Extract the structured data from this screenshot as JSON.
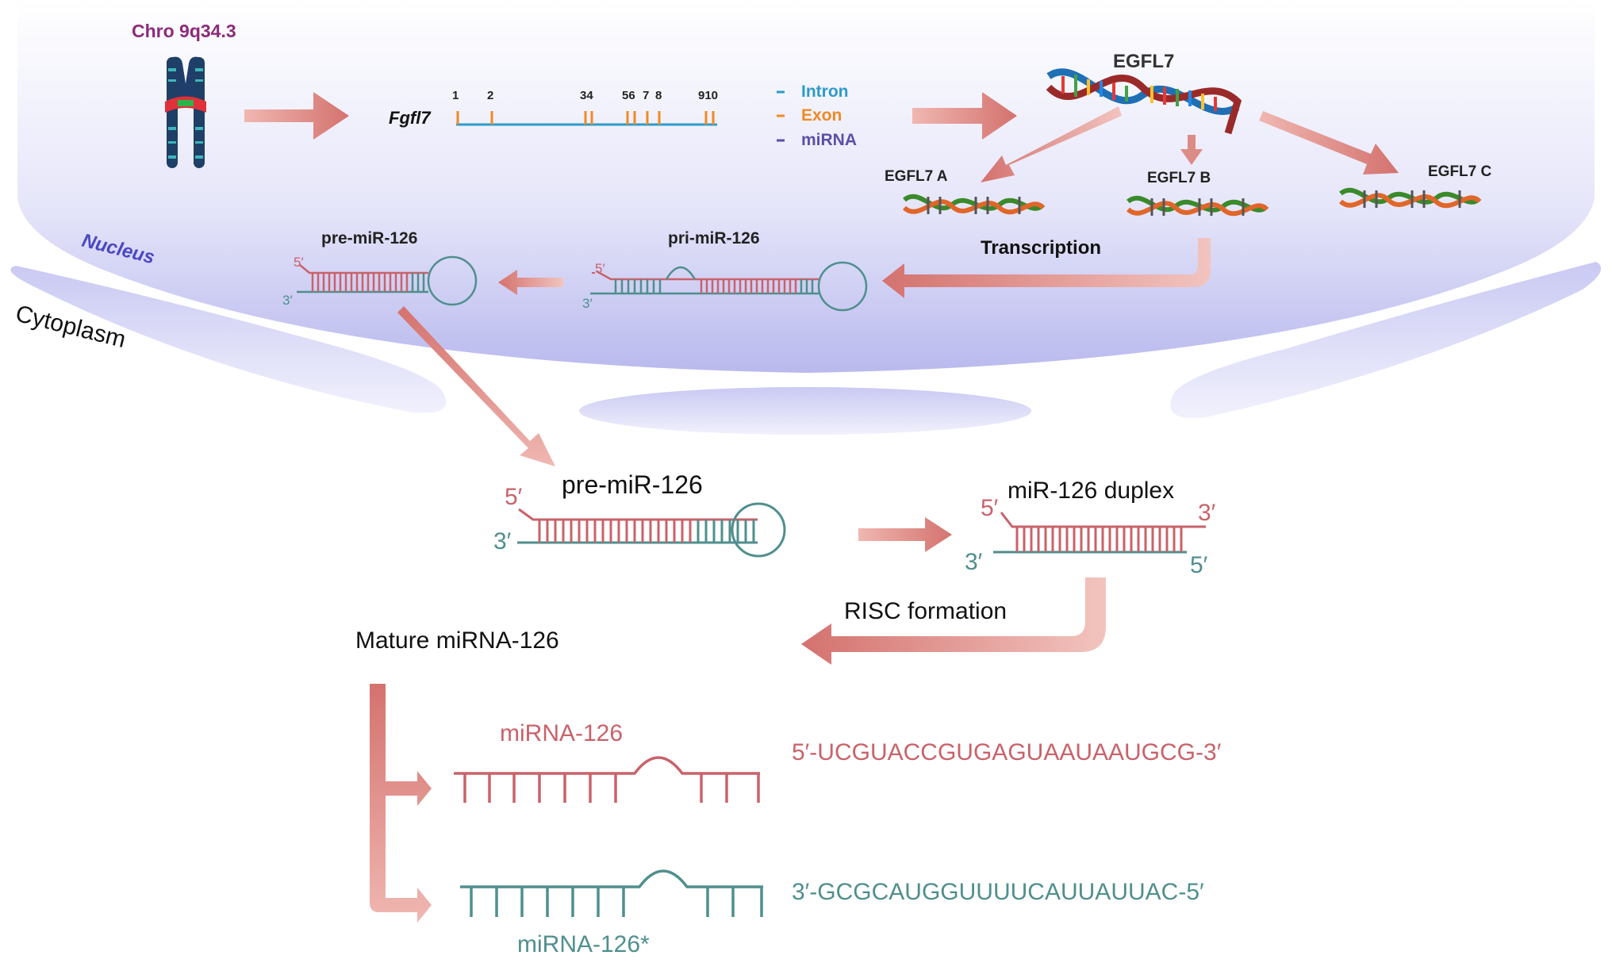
{
  "colors": {
    "red": "#c9626a",
    "teal": "#4f8f8d",
    "magenta": "#8e2a7c",
    "nucleus_label": "#4b47c4",
    "intron": "#2d9bc8",
    "exon": "#f08a24",
    "mirna": "#5b4fa8",
    "arrow": "#d9837e"
  },
  "chromosome": {
    "label": "Chro 9q34.3"
  },
  "gene": {
    "name": "Fgfl7",
    "exon_labels": [
      "1",
      "2",
      "34",
      "56",
      "7",
      "8",
      "910"
    ]
  },
  "legend": {
    "intron": "Intron",
    "exon": "Exon",
    "mirna": "miRNA"
  },
  "egfl7": {
    "main": "EGFL7",
    "a": "EGFL7 A",
    "b": "EGFL7 B",
    "c": "EGFL7 C"
  },
  "labels": {
    "transcription": "Transcription",
    "nucleus": "Nucleus",
    "cytoplasm": "Cytoplasm",
    "pri_mir": "pri-miR-126",
    "pre_mir_nuclear": "pre-miR-126",
    "pre_mir_cyto": "pre-miR-126",
    "duplex": "miR-126 duplex",
    "risc": "RISC formation",
    "mature": "Mature miRNA-126",
    "mirna126": "miRNA-126",
    "mirna126_star": "miRNA-126*",
    "five_prime": "5′",
    "three_prime": "3′"
  },
  "sequences": {
    "guide": "5′-UCGUACCGUGAGUAAUAAUGCG-3′",
    "passenger": "3′-GCGCAUGGUUUUCAUUAUUAC-5′"
  }
}
